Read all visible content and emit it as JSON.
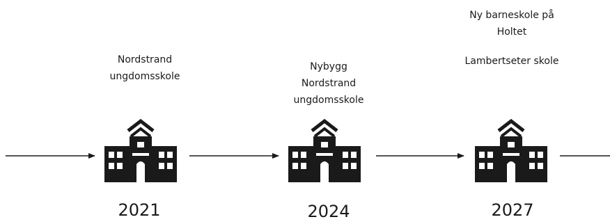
{
  "colors": {
    "ink": "#1a1a1a",
    "background": "#ffffff"
  },
  "icon": "school-building-icon",
  "milestones": [
    {
      "year": "2021",
      "labels": [
        "Nordstrand\nungdomsskole"
      ]
    },
    {
      "year": "2024",
      "labels": [
        "Nybygg\nNordstrand\nungdomsskole"
      ]
    },
    {
      "year": "2027",
      "labels": [
        "Ny barneskole på\nHoltet",
        "Lambertseter skole"
      ]
    }
  ]
}
